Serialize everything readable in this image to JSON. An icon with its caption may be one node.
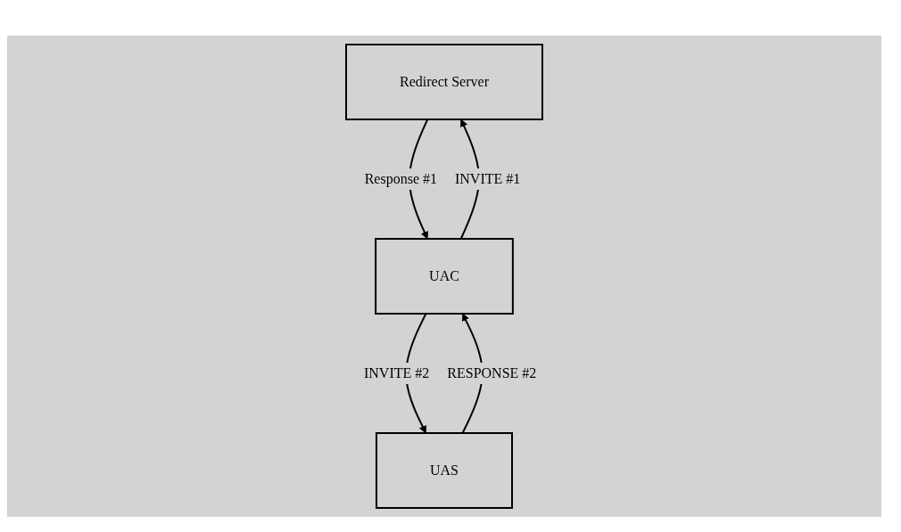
{
  "diagram": {
    "nodes": [
      {
        "text": [
          "Redirect Server"
        ]
      },
      {
        "text": [
          "UAC"
        ]
      },
      {
        "text": [
          "UAS"
        ]
      }
    ],
    "edges": [
      {
        "from": 1,
        "to": 0,
        "arrow": "to",
        "label": "INVITE #1"
      },
      {
        "from": 0,
        "to": 1,
        "arrow": "to",
        "label": "Response #1"
      },
      {
        "from": 1,
        "to": 2,
        "arrow": "to",
        "label": "INVITE #2"
      },
      {
        "from": 2,
        "to": 1,
        "arrow": "to",
        "label": "RESPONSE #2"
      }
    ]
  }
}
